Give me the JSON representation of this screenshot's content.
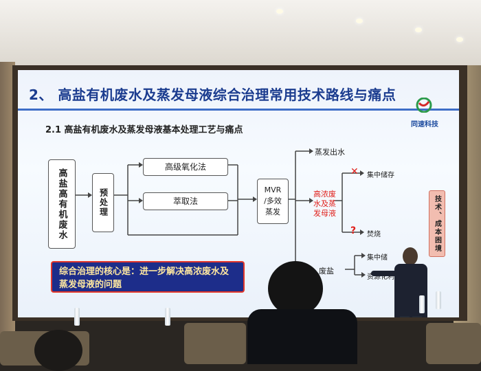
{
  "slide": {
    "title": "2、 高盐有机废水及蒸发母液综合治理常用技术路线与痛点",
    "logo_text": "同速科技",
    "subtitle": "2.1 高盐有机废水及蒸发母液基本处理工艺与痛点",
    "source_box": "高盐高有机废水",
    "pretreat_box": "预处理",
    "oxidation_box": "高级氧化法",
    "extraction_box": "萃取法",
    "mvr_box": [
      "MVR",
      "/多效",
      "蒸发"
    ],
    "evap_water": "蒸发出水",
    "mother_liquor": [
      "高浓废",
      "水及蒸",
      "发母液"
    ],
    "storage": "集中储存",
    "incinerate": "焚烧",
    "waste_salt": "废盐",
    "salt_storage": "集中储",
    "resource": "资源化利",
    "pain_point": "技术、成本困境",
    "core_message": "综合治理的核心是：进一步解决高浓废水及蒸发母液的问题"
  },
  "colors": {
    "title": "#1b3c8f",
    "accent_line": "#3d6ec7",
    "core_bg": "#1d2d8a",
    "core_text": "#ffe8a0",
    "highlight": "#e0201b",
    "pain_bg": "#f2bdb0"
  }
}
